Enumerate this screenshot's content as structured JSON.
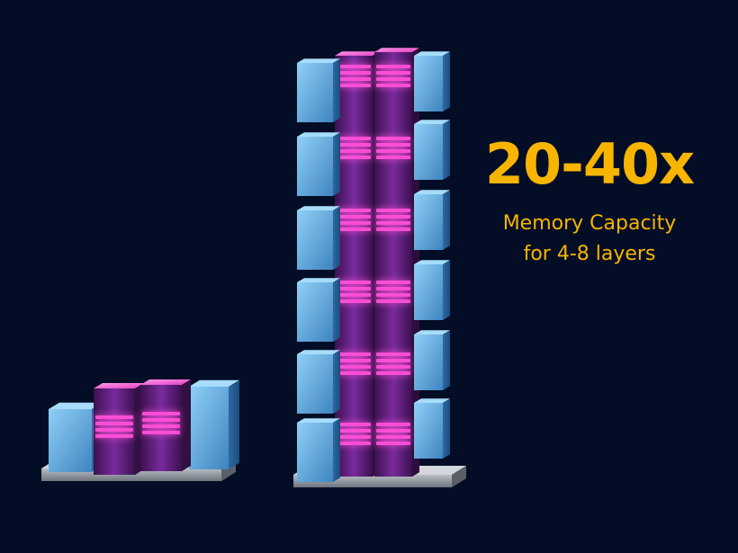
{
  "headline": "20-40x",
  "subtitle_line1": "Memory Capacity",
  "subtitle_line2": "for 4-8 layers",
  "colors": {
    "background": "#040d26",
    "accent_text": "#f7b500",
    "blue_block": "#5aa6dc",
    "pink_glow": "#ff4fd8",
    "purple_core": "#5b1f78",
    "base_plate": "#9aa0a8"
  },
  "illustration": {
    "small_stack": {
      "layers": 1,
      "description_icon": "memory-chip-stack-icon"
    },
    "tall_stack": {
      "layers": 6,
      "description_icon": "memory-chip-stack-icon"
    }
  }
}
